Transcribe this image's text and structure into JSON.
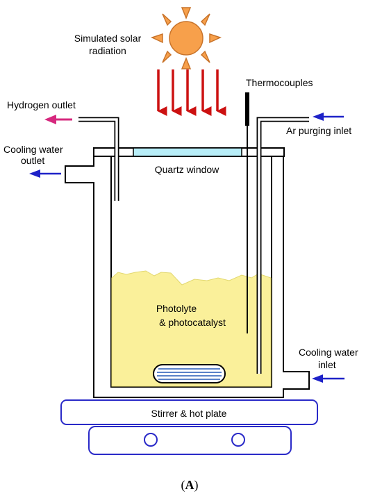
{
  "labels": {
    "solar_line1": "Simulated solar",
    "solar_line2": "radiation",
    "thermocouples": "Thermocouples",
    "hydrogen_outlet": "Hydrogen outlet",
    "ar_inlet": "Ar purging inlet",
    "cooling_out_line1": "Cooling water",
    "cooling_out_line2": "outlet",
    "quartz_window": "Quartz window",
    "photolyte_line1": "Photolyte",
    "photolyte_line2": "& photocatalyst",
    "cooling_in_line1": "Cooling water",
    "cooling_in_line2": "inlet",
    "stirrer": "Stirrer & hot plate"
  },
  "caption": {
    "open": "(",
    "letter": "A",
    "close": ")"
  },
  "colors": {
    "sun_fill": "#F7A04B",
    "sun_stroke": "#C8732A",
    "radiation_arrow": "#CC1111",
    "hydrogen_arrow": "#D6287E",
    "water_gas_arrow": "#1E22C8",
    "quartz": "#B8EEF8",
    "liquid": "#FAF09A",
    "plate_stroke": "#2A2AC8"
  }
}
